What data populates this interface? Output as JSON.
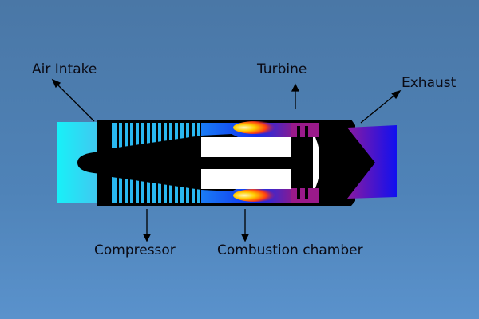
{
  "title": "Jet engine diagram",
  "labels": {
    "air_intake": "Air Intake",
    "turbine": "Turbine",
    "exhaust": "Exhaust",
    "compressor": "Compressor",
    "combustion_chamber": "Combustion chamber"
  },
  "colors": {
    "intake": "#22e6f5",
    "compressor": "#2ab8f0",
    "combustion": "#1a5cf5",
    "turbine": "#9a1a8a",
    "exhaust_start": "#8a1aa0",
    "exhaust_end": "#1010f0",
    "body": "#000000"
  }
}
